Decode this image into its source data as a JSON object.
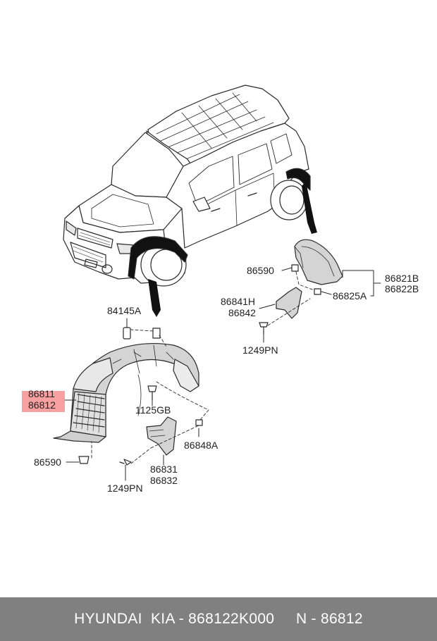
{
  "colors": {
    "highlight": "#f7a0a0",
    "footer_bg": "#808080",
    "line": "#2a2a2a",
    "part_fill": "#d4d4d4"
  },
  "icons": [
    "car-illustration-icon",
    "wheel-guard-icon",
    "mud-flap-icon",
    "screw-icon",
    "clip-icon",
    "nut-icon"
  ],
  "labels": {
    "p84145a": "84145A",
    "p86811": "86811",
    "p86812": "86812",
    "p1125gb": "1125GB",
    "p86590_left": "86590",
    "p86848a": "86848A",
    "p86831": "86831",
    "p86832": "86832",
    "p1249pn_left": "1249PN",
    "p86590_right": "86590",
    "p86821b": "86821B",
    "p86822b": "86822B",
    "p86825a": "86825A",
    "p86841h": "86841H",
    "p86842": "86842",
    "p1249pn_right": "1249PN"
  },
  "footer": {
    "text": "HYUNDAI  KIA - 868122K000     N - 86812"
  }
}
